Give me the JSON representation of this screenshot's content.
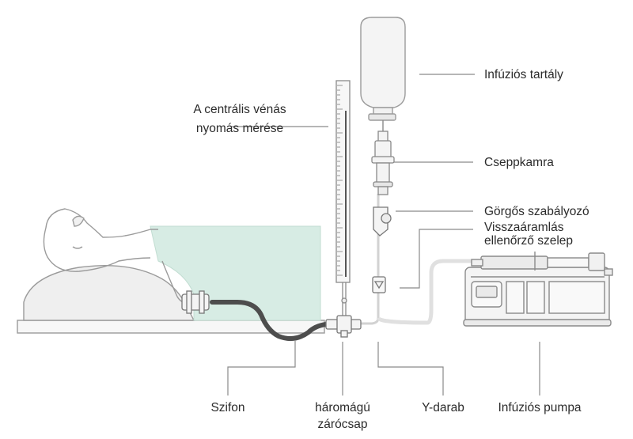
{
  "labels": {
    "infusion_container": "Infúziós tartály",
    "cvp_line1": "A centrális vénás",
    "cvp_line2": "nyomás mérése",
    "drip_chamber": "Cseppkamra",
    "roller_clamp": "Görgős szabályozó",
    "check_valve_line1": "Visszaáramlás",
    "check_valve_line2": "ellenőrző szelep",
    "siphon": "Szifon",
    "stopcock_line1": "háromágú",
    "stopcock_line2": "zárócsap",
    "y_piece": "Y-darab",
    "infusion_pump": "Infúziós pumpa"
  },
  "colors": {
    "line": "#8a8a8a",
    "outline": "#9b9b9b",
    "fill_light": "#f4f4f4",
    "cover": "#d7ece4",
    "siphon_tube": "#4d4d4d",
    "iv_tube": "#dcdcdc",
    "text": "#2b2b2b"
  }
}
